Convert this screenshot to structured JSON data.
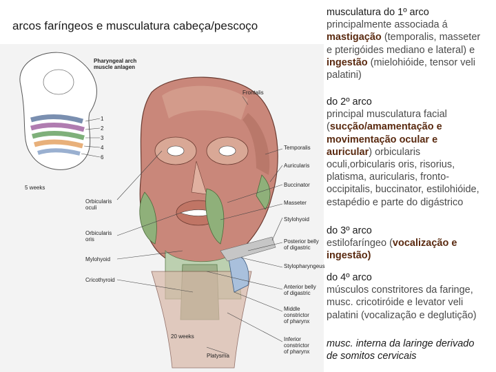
{
  "title": "arcos faríngeos e musculatura cabeça/pescoço",
  "figure": {
    "embryo_title": "Pharyngeal arch\nmuscle anlagen",
    "arch_numbers": [
      "1",
      "2",
      "3",
      "4",
      "6"
    ],
    "age_5": "5 weeks",
    "age_20": "20 weeks",
    "labels_right": {
      "frontalis": "Frontalis",
      "temporalis": "Temporalis",
      "auricularis": "Auricularis",
      "buccinator": "Buccinator",
      "masseter": "Masseter",
      "stylohyoid": "Stylohyoid",
      "posterior_belly": "Posterior belly\nof digastric",
      "stylopharyngeus": "Stylopharyngeus",
      "anterior_belly": "Anterior belly\nof digastric",
      "middle_constrictor": "Middle\nconstrictor\nof pharynx",
      "inferior_constrictor": "Inferior\nconstrictor\nof pharynx"
    },
    "labels_left": {
      "orbicularis_oculi": "Orbicularis\noculi",
      "orbicularis_oris": "Orbicularis\noris",
      "mylohyoid": "Mylohyoid",
      "cricothyroid": "Cricothyroid",
      "platysma": "Platysma"
    }
  },
  "sections": {
    "s1_head": "musculatura do 1º  arco",
    "s1_a": "principalmente associada á",
    "s1_b1": "mastigação",
    "s1_b2": " (temporalis, masseter",
    "s1_c": "e pterigóides mediano e lateral) e",
    "s1_d1": "ingestão",
    "s1_d2": " (mielohióide, tensor veli",
    "s1_e": "palatini)",
    "s2_head": "do 2º arco",
    "s2_a": "principal musculatura facial",
    "s2_b1": "(",
    "s2_b2": "sucção/amamentação e",
    "s2_c": "movimentação ocular e",
    "s2_d1": "auricular",
    "s2_d2": ") orbicularis",
    "s2_e": "oculi,orbicularis oris, risorius,",
    "s2_f": "platisma, auricularis, fronto-",
    "s2_g": "occipitalis, buccinator, estilohióide,",
    "s2_h": "estapédio e parte do digástrico",
    "s3_head": "do 3º arco",
    "s3_a1": "estilofaríngeo (",
    "s3_a2": "vocalização e",
    "s3_b": "ingestão)",
    "s4_head": "do 4º arco",
    "s4_a": "músculos constritores da faringe,",
    "s4_b": "musc. cricotiróide e levator veli",
    "s4_c": "palatini (vocalização e deglutição)",
    "s5_a": "musc. interna da laringe derivado",
    "s5_b": "de somitos cervicais"
  }
}
